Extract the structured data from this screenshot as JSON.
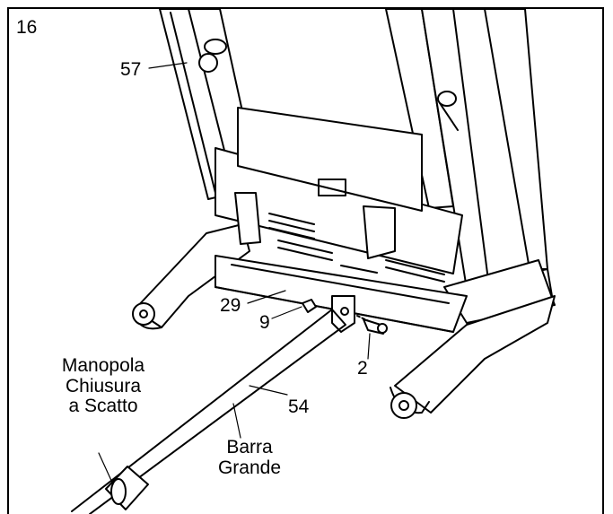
{
  "step_number": "16",
  "parts": {
    "p57": "57",
    "p29": "29",
    "p9": "9",
    "p2": "2",
    "p54": "54"
  },
  "callouts": {
    "knob_line1": "Manopola",
    "knob_line2": "Chiusura",
    "knob_line3": "a Scatto",
    "bar_line1": "Barra",
    "bar_line2": "Grande"
  }
}
